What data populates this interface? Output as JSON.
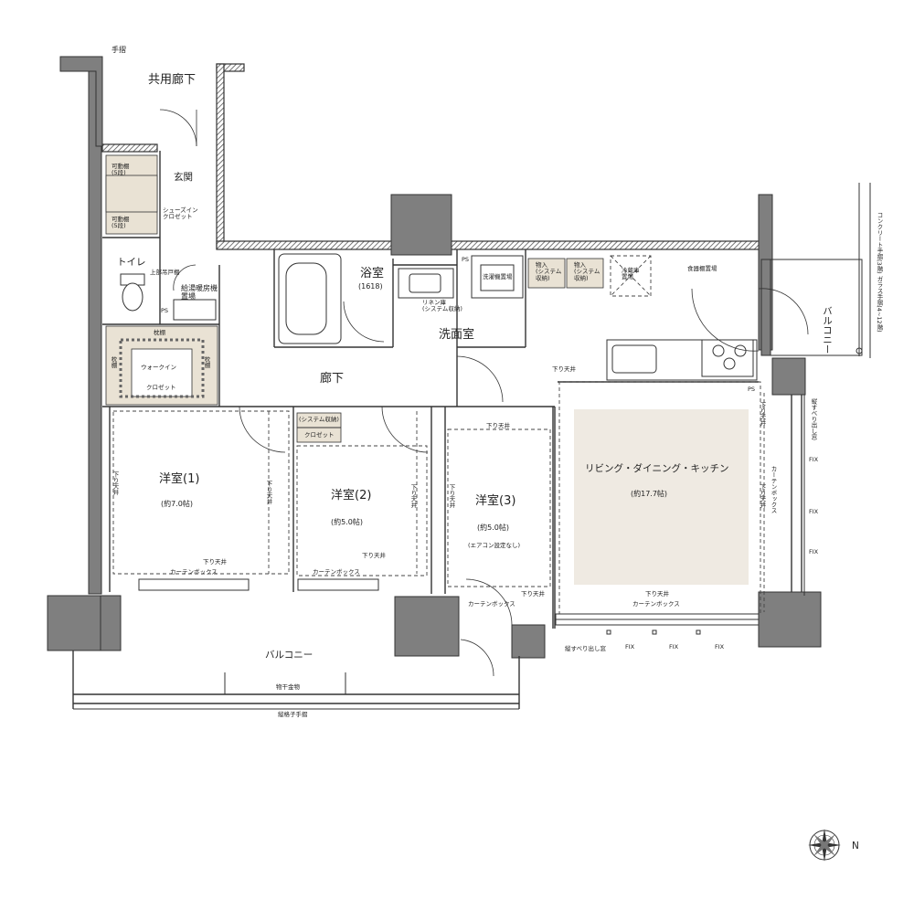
{
  "labels": {
    "common_corridor": "共用廊下",
    "handrail_top": "手摺",
    "entrance": "玄関",
    "shelf_upper": "可動棚\n(5段)",
    "shelf_lower": "可動棚\n(5段)",
    "shoes_in_closet": "シューズイン\nクロゼット",
    "toilet": "トイレ",
    "upper_cabinet": "上部吊戸棚",
    "ps_vertical": "PS",
    "water_heater": "給湯暖房機\n置場",
    "bath": "浴室",
    "bath_size": "(1618)",
    "linen": "リネン庫\n(システム収納)",
    "ps_laundry": "PS",
    "washer": "洗濯機置場",
    "storage1": "物入\n(システム\n収納)",
    "storage2": "物入\n(システム\n収納)",
    "fridge": "冷蔵庫\n置場",
    "dish_shelf": "食器棚置場",
    "washroom": "洗面室",
    "balcony_side": "バルコニー",
    "concrete_rail": "コンクリート手摺(3階)\nガラス手摺(4~12階)",
    "shelf_left": "枕棚",
    "shelf_top": "枕棚",
    "shelf_right": "枕棚",
    "walkin": "ウォークイン",
    "closet_wic": "クロゼット",
    "corridor": "廊下",
    "sagari_kitchen": "下り天井",
    "ps_kitchen": "PS",
    "sys_storage": "(システム収納)",
    "closet_small": "クロゼット",
    "sagari_r3_top": "下り天井",
    "tate_window_right": "縦すべり出し窓",
    "sagari_right_a": "下り天井",
    "room1": "洋室(1)",
    "room1_size": "(約7.0帖)",
    "room2": "洋室(2)",
    "room2_size": "(約5.0帖)",
    "room3": "洋室(3)",
    "room3_size": "(約5.0帖)",
    "room3_note": "(エアコン設定なし)",
    "ldk": "リビング・ダイニング・キッチン",
    "ldk_size": "(約17.7帖)",
    "sagari_r1_left": "下り天井",
    "sagari_r1_right": "下り天井",
    "sagari_r2_right": "下り天井",
    "sagari_r3_left": "下り天井",
    "curtain_box_right": "カーテンボックス",
    "sagari_right_b": "下り天井",
    "fix_1": "FIX",
    "fix_2": "FIX",
    "fix_3": "FIX",
    "sagari_r1_bottom": "下り天井",
    "curtain_box_r1": "カーテンボックス",
    "sagari_r2_bottom": "下り天井",
    "curtain_box_r2": "カーテンボックス",
    "sagari_r3_bottom": "下り天井",
    "curtain_box_r3": "カーテンボックス",
    "sagari_ldk_bottom": "下り天井",
    "curtain_box_ldk": "カーテンボックス",
    "balcony_main": "バルコニー",
    "tate_window_bottom": "縦すべり出し窓",
    "fix_b1": "FIX",
    "fix_b2": "FIX",
    "fix_b3": "FIX",
    "drying_hardware": "物干金物",
    "vertical_rail": "縦格子手摺",
    "north": "N"
  },
  "colors": {
    "wall": "#7f7f7f",
    "ldk_floor": "#efeae2",
    "closet_fill": "#e9e2d4"
  },
  "icons": [
    "compass-icon",
    "bathtub-icon",
    "toilet-icon",
    "stove-icon",
    "sink-icon"
  ]
}
